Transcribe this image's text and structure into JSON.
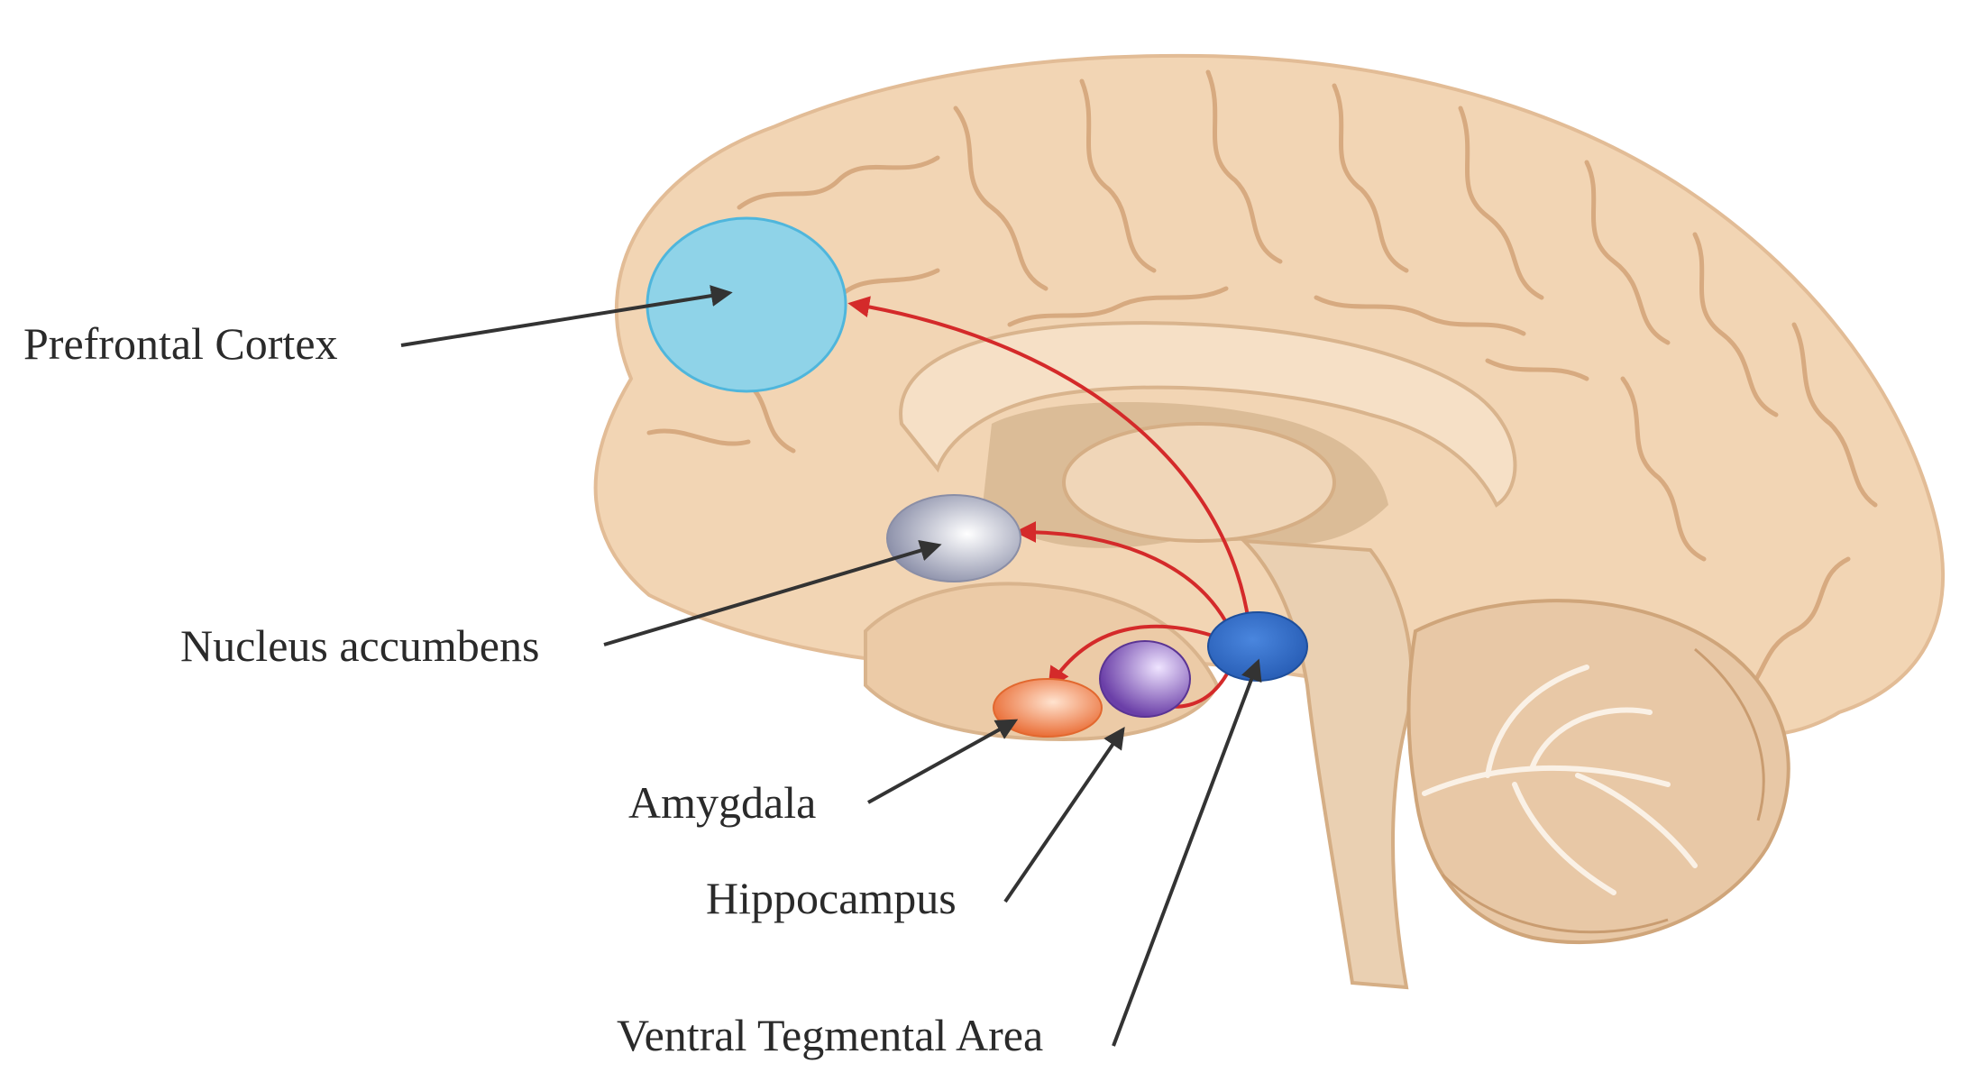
{
  "labels": {
    "prefrontal_cortex": "Prefrontal Cortex",
    "nucleus_accumbens": "Nucleus accumbens",
    "amygdala": "Amygdala",
    "hippocampus": "Hippocampus",
    "ventral_tegmental_area": "Ventral Tegmental Area"
  },
  "colors": {
    "brain_skin": "#f2d5b4",
    "brain_outline": "#e2bc96",
    "sulcus": "#d7aa80",
    "inner_shadow": "#d2b08a",
    "brainstem": "#ead0b2",
    "cerebellum": "#e8c8a6",
    "prefrontal_cortex": "#8fd3e8",
    "nucleus_accumbens": "#b3b6c8",
    "amygdala": "#f07a3c",
    "hippocampus": "#7a50b0",
    "ventral_tegmental_area": "#2f6bc4",
    "pathway_arrow": "#d42a2a",
    "label_arrow": "#333333"
  }
}
